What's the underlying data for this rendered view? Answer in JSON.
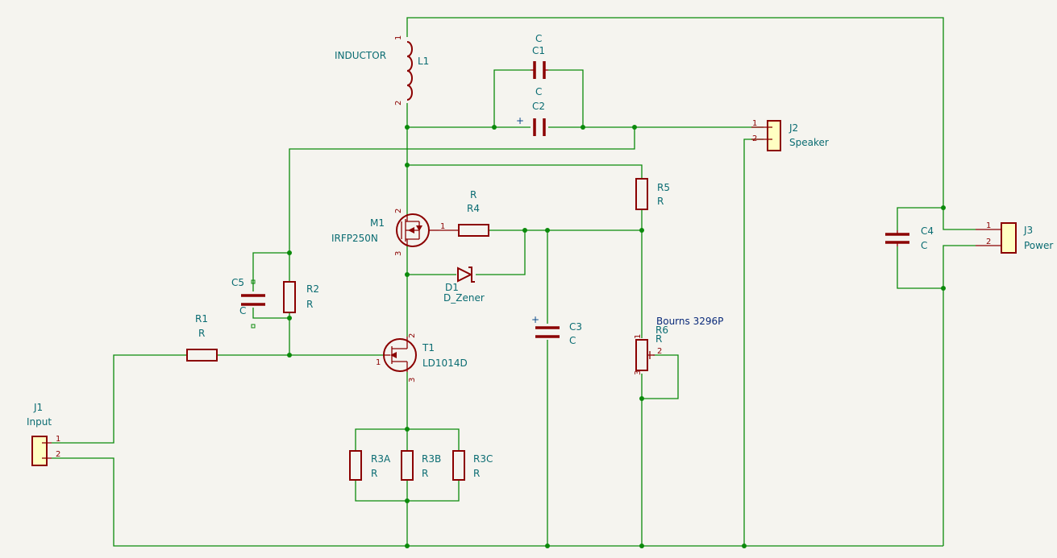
{
  "components": {
    "L1": {
      "ref": "L1",
      "value": "INDUCTOR",
      "pins": [
        "1",
        "2"
      ]
    },
    "C1": {
      "ref": "C1",
      "value": "C"
    },
    "C2": {
      "ref": "C2",
      "value": "C",
      "polarity": "+"
    },
    "C3": {
      "ref": "C3",
      "value": "C",
      "polarity": "+"
    },
    "C4": {
      "ref": "C4",
      "value": "C"
    },
    "C5": {
      "ref": "C5",
      "value": "C"
    },
    "R1": {
      "ref": "R1",
      "value": "R"
    },
    "R2": {
      "ref": "R2",
      "value": "R"
    },
    "R3A": {
      "ref": "R3A",
      "value": "R"
    },
    "R3B": {
      "ref": "R3B",
      "value": "R"
    },
    "R3C": {
      "ref": "R3C",
      "value": "R"
    },
    "R4": {
      "ref": "R4",
      "value": "R"
    },
    "R5": {
      "ref": "R5",
      "value": "R"
    },
    "R6": {
      "ref": "R6",
      "value": "R",
      "extra": "Bourns 3296P",
      "pins": [
        "1",
        "2",
        "3"
      ]
    },
    "M1": {
      "ref": "M1",
      "value": "IRFP250N",
      "pins": [
        "1",
        "2",
        "3"
      ]
    },
    "T1": {
      "ref": "T1",
      "value": "LD1014D",
      "pins": [
        "1",
        "2",
        "3"
      ]
    },
    "D1": {
      "ref": "D1",
      "value": "D_Zener"
    },
    "J1": {
      "ref": "J1",
      "value": "Input",
      "pins": [
        "1",
        "2"
      ]
    },
    "J2": {
      "ref": "J2",
      "value": "Speaker",
      "pins": [
        "1",
        "2"
      ]
    },
    "J3": {
      "ref": "J3",
      "value": "Power",
      "pins": [
        "1",
        "2"
      ]
    }
  }
}
